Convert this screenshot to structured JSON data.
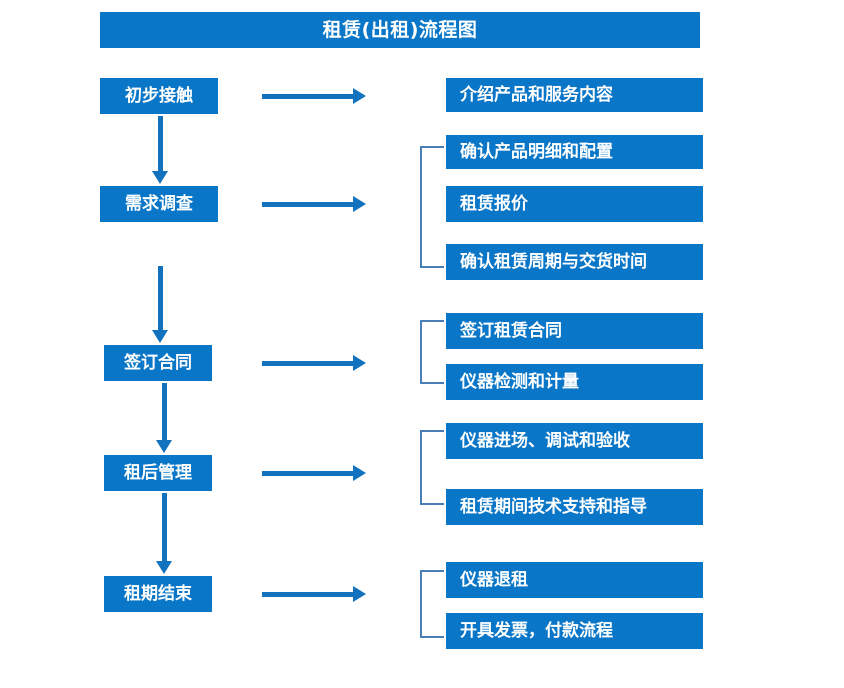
{
  "diagram": {
    "title": "租赁(出租)流程图",
    "colors": {
      "box_blue": "#0a76c8",
      "arrow_blue": "#1272bd",
      "bracket_blue": "#4a7fb5",
      "text_white": "#ffffff",
      "background": "#ffffff"
    },
    "stages": [
      {
        "label": "初步接触"
      },
      {
        "label": "需求调查"
      },
      {
        "label": "签订合同"
      },
      {
        "label": "租后管理"
      },
      {
        "label": "租期结束"
      }
    ],
    "details": [
      {
        "label": "介绍产品和服务内容"
      },
      {
        "label": "确认产品明细和配置"
      },
      {
        "label": "租赁报价"
      },
      {
        "label": "确认租赁周期与交货时间"
      },
      {
        "label": "签订租赁合同"
      },
      {
        "label": "仪器检测和计量"
      },
      {
        "label": "仪器进场、调试和验收"
      },
      {
        "label": "租赁期间技术支持和指导"
      },
      {
        "label": "仪器退租"
      },
      {
        "label": "开具发票，付款流程"
      }
    ],
    "groups": [
      {
        "stage": "初步接触",
        "details": [
          "介绍产品和服务内容"
        ]
      },
      {
        "stage": "需求调查",
        "details": [
          "确认产品明细和配置",
          "租赁报价",
          "确认租赁周期与交货时间"
        ]
      },
      {
        "stage": "签订合同",
        "details": [
          "签订租赁合同",
          "仪器检测和计量"
        ]
      },
      {
        "stage": "租后管理",
        "details": [
          "仪器进场、调试和验收",
          "租赁期间技术支持和指导"
        ]
      },
      {
        "stage": "租期结束",
        "details": [
          "仪器退租",
          "开具发票，付款流程"
        ]
      }
    ]
  }
}
